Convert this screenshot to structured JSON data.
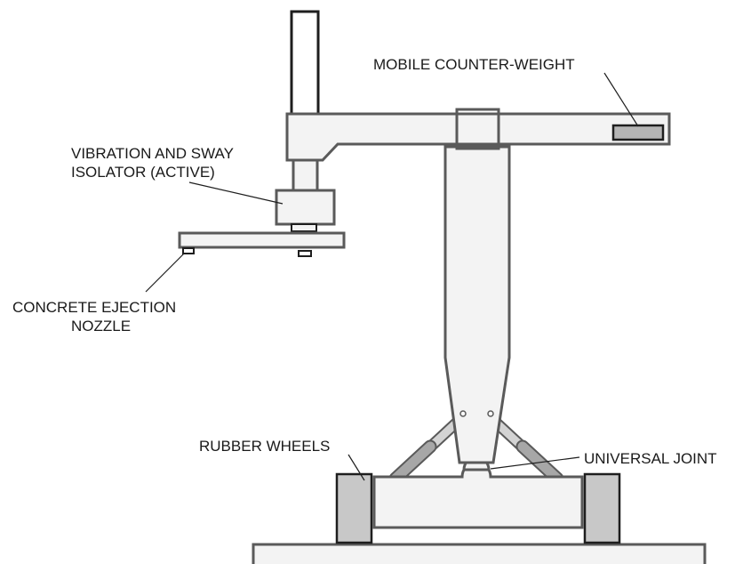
{
  "labels": {
    "counterweight": "MOBILE COUNTER-WEIGHT",
    "isolator_line1": "VIBRATION AND SWAY",
    "isolator_line2": "ISOLATOR (ACTIVE)",
    "nozzle_line1": "CONCRETE EJECTION",
    "nozzle_line2": "NOZZLE",
    "wheels": "RUBBER WHEELS",
    "joint": "UNIVERSAL JOINT"
  },
  "colors": {
    "outline": "#5a5a5a",
    "dark_outline": "#1e1e1e",
    "body_fill": "#f3f3f3",
    "wheel_fill": "#c8c8c8",
    "piston_fill": "#a7a7a7",
    "counterweight_fill": "#b5b5b5",
    "leader": "#1e1e1e"
  }
}
